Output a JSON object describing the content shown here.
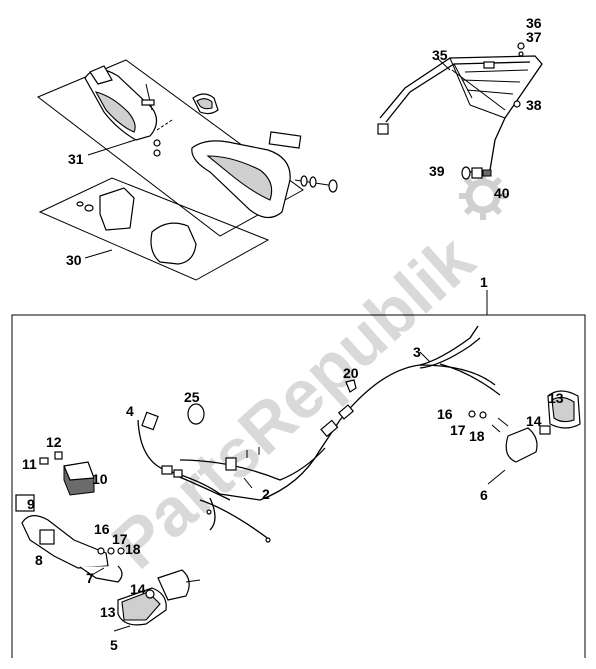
{
  "watermark": "PartsRepublik",
  "callouts": {
    "c1": "1",
    "c2": "2",
    "c3": "3",
    "c4": "4",
    "c5": "5",
    "c6": "6",
    "c7": "7",
    "c8": "8",
    "c9": "9",
    "c10": "10",
    "c11": "11",
    "c12": "12",
    "c13a": "13",
    "c13b": "13",
    "c14a": "14",
    "c14b": "14",
    "c16a": "16",
    "c16b": "16",
    "c17a": "17",
    "c17b": "17",
    "c18a": "18",
    "c18b": "18",
    "c20": "20",
    "c25": "25",
    "c30": "30",
    "c31": "31",
    "c35": "35",
    "c36": "36",
    "c37": "37",
    "c38": "38",
    "c39": "39",
    "c40": "40"
  }
}
